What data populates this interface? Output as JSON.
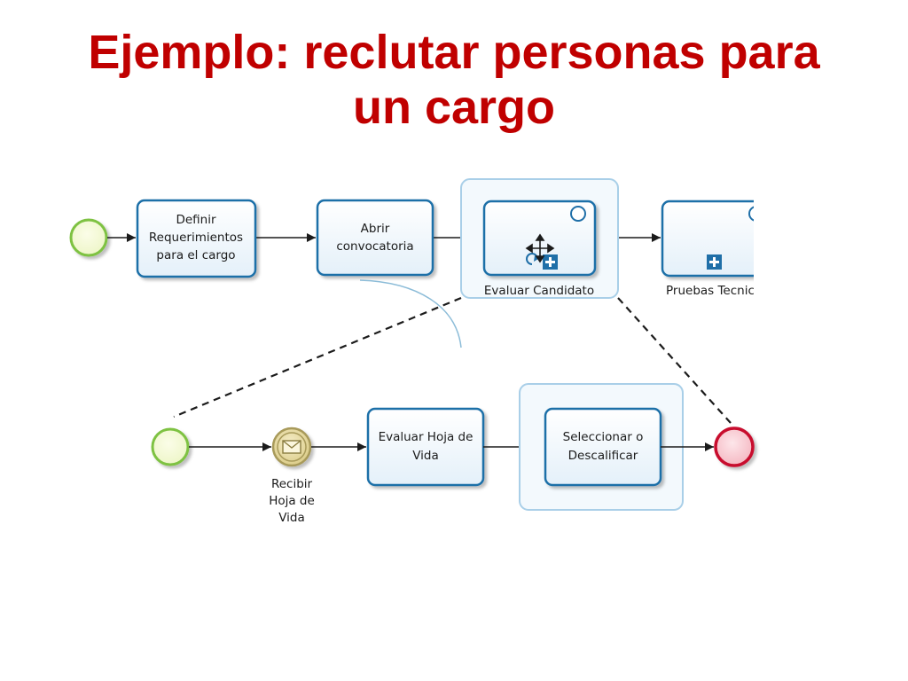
{
  "slide": {
    "title_line1": "Ejemplo: reclutar personas para",
    "title_line2": "un cargo"
  },
  "process_top": {
    "task_definir": [
      "Definir",
      "Requerimientos",
      "para el cargo"
    ],
    "task_abrir": [
      "Abrir",
      "convocatoria"
    ],
    "subprocess_evaluar": "Evaluar Candidato",
    "subprocess_pruebas": "Pruebas Tecnic"
  },
  "process_bottom": {
    "message_event": [
      "Recibir",
      "Hoja de",
      "Vida"
    ],
    "task_evaluar_hoja": [
      "Evaluar Hoja de",
      "Vida"
    ],
    "task_seleccionar": [
      "Seleccionar o",
      "Descalificar"
    ]
  },
  "colors": {
    "title": "#c00000",
    "task_border": "#1f6fa8",
    "task_fill": "#e8f3fb",
    "start_event": "#7ec242",
    "end_event": "#c8102e",
    "message_event": "#a89a5a",
    "selection_halo": "#a9cfe8"
  },
  "icons": [
    "move-cursor-icon",
    "loop-marker-icon",
    "collapsed-subprocess-icon",
    "envelope-icon"
  ]
}
